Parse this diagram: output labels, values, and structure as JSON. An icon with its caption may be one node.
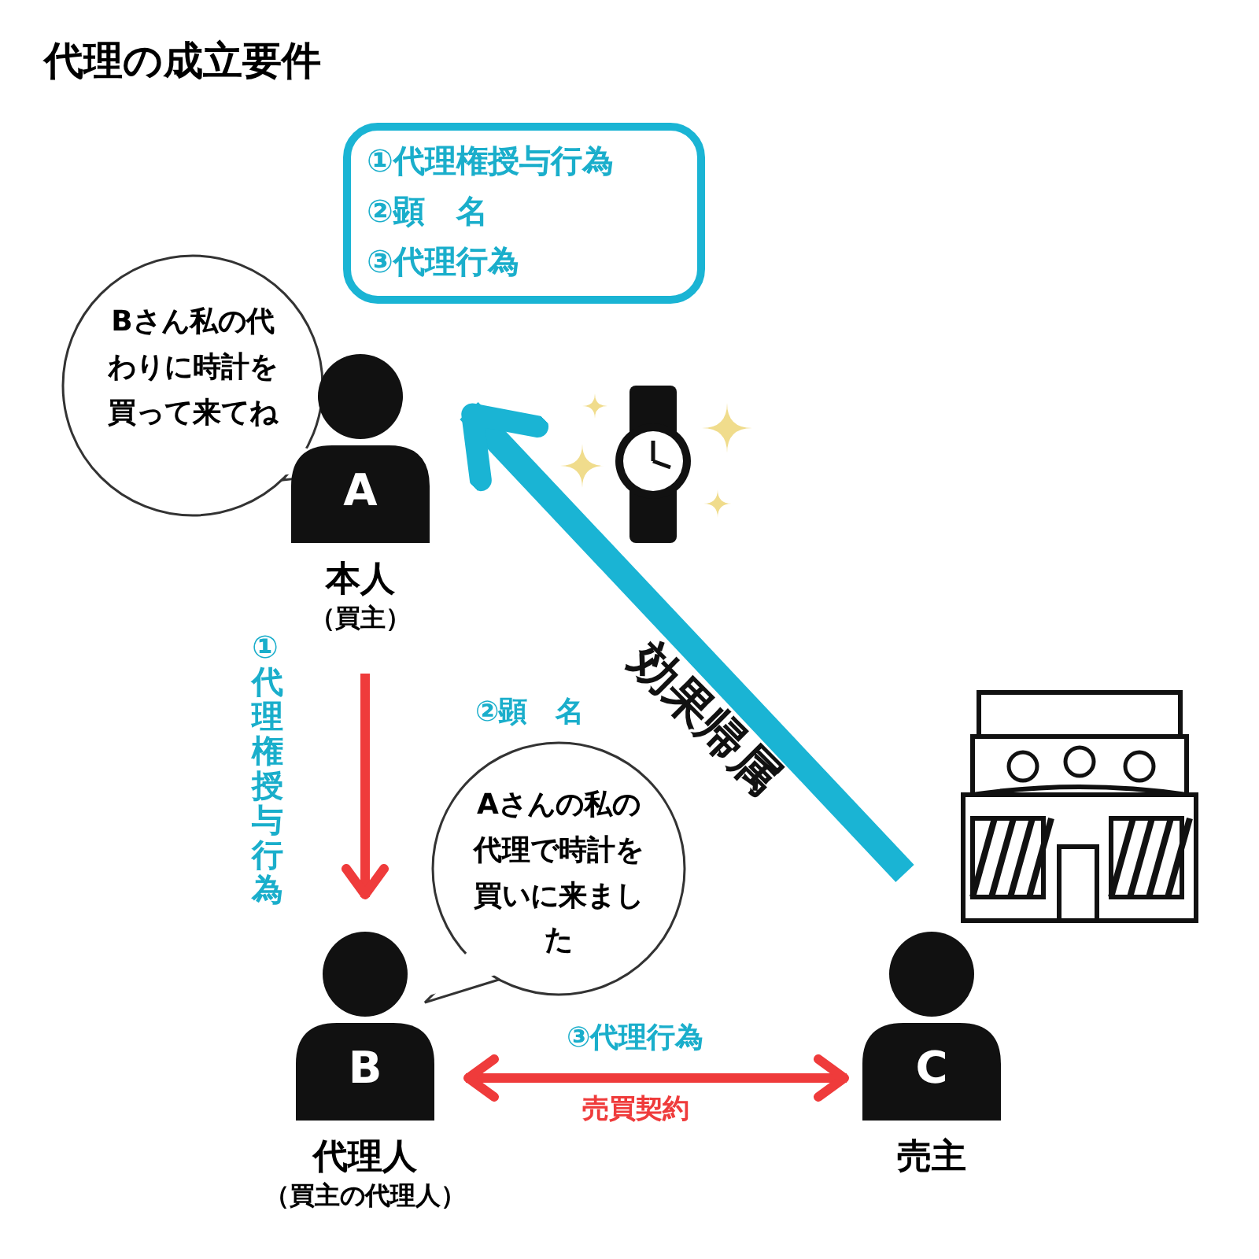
{
  "diagram": {
    "title": "代理の成立要件",
    "nodes": [
      {
        "text": [
          "①代理権授与行為",
          "②顕　名",
          "③代理行為"
        ]
      },
      {
        "text": [
          "Bさん私の代わりに時計を買って来てね"
        ]
      },
      {
        "text": [
          "A"
        ],
        "beside": [
          "本人",
          "（買主）"
        ]
      },
      {
        "text": [
          "Aさんの私の代理で時計を買いに来ました"
        ]
      },
      {
        "text": [
          "B"
        ],
        "beside": [
          "代理人",
          "（買主の代理人）"
        ]
      },
      {
        "text": [
          "C"
        ],
        "beside": [
          "売主"
        ]
      }
    ],
    "edges": [
      {
        "from": 2,
        "to": 4,
        "arrow": "to",
        "label": "①代理権授与行為"
      },
      {
        "from": 4,
        "to": 5,
        "arrow": "both",
        "label": "③代理行為"
      },
      {
        "from": 5,
        "to": 2,
        "arrow": "to",
        "label": "効果帰属",
        "style": "thick",
        "color": "#1ab4d4"
      }
    ],
    "labels": [
      "②顕　名",
      "売買契約"
    ]
  }
}
